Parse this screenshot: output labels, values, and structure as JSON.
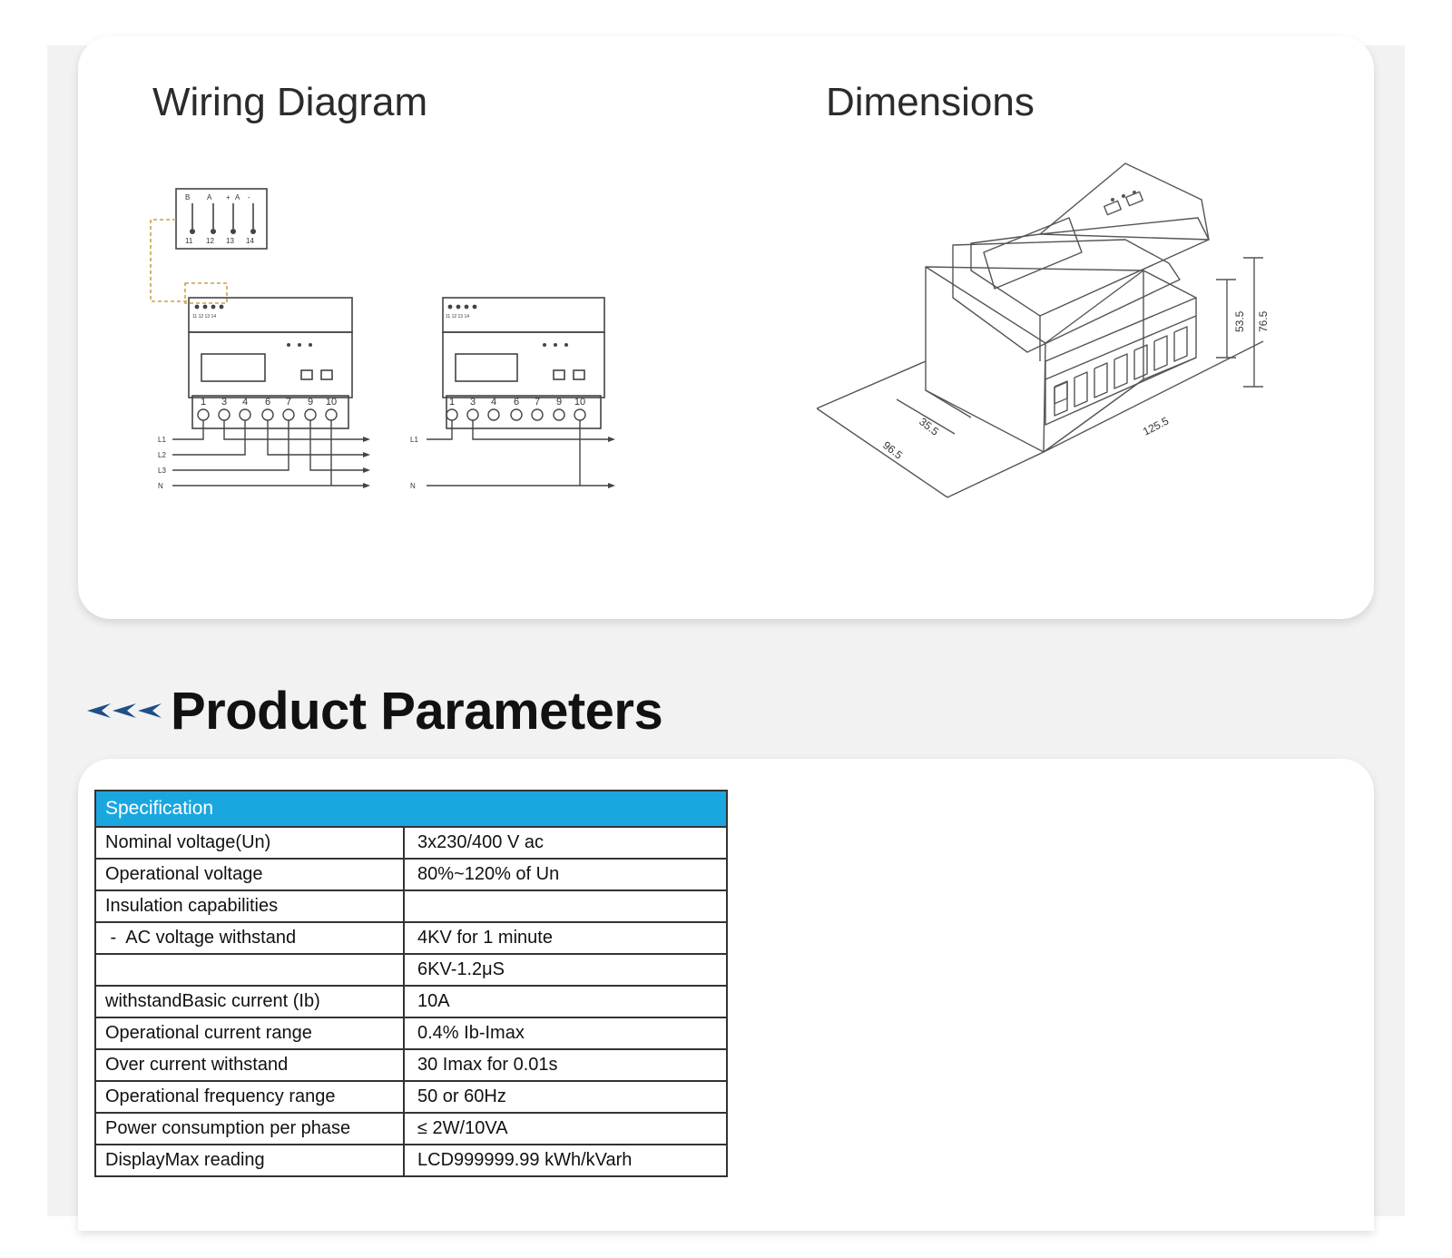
{
  "top": {
    "wiring_title": "Wiring Diagram",
    "dimensions_title": "Dimensions"
  },
  "wiring": {
    "module_labels": [
      "B",
      "A",
      "+",
      "A",
      "-"
    ],
    "module_terminals": [
      "11",
      "12",
      "13",
      "14"
    ],
    "meter_top_terminals": "11 12 13 14",
    "terminals": [
      "1",
      "3",
      "4",
      "6",
      "7",
      "9",
      "10"
    ],
    "lines_three_phase": [
      "L1",
      "L2",
      "L3",
      "N"
    ],
    "lines_single_phase": [
      "L1",
      "N"
    ]
  },
  "dimensions": {
    "height_inner": "53.5",
    "height_outer": "76.5",
    "depth_short": "35.5",
    "depth_long": "96.5",
    "width": "125.5"
  },
  "params": {
    "title": "Product Parameters"
  },
  "spec": {
    "header": "Specification",
    "rows": [
      {
        "label": "Nominal voltage(Un)",
        "value": "3x230/400 V ac"
      },
      {
        "label": "Operational voltage",
        "value": "80%~120% of Un"
      },
      {
        "label": "Insulation capabilities",
        "value": ""
      },
      {
        "label": " -  AC voltage withstand",
        "value": "4KV for 1 minute"
      },
      {
        "label": "",
        "value": "6KV-1.2μS"
      },
      {
        "label": "withstandBasic current (Ib)",
        "value": "10A"
      },
      {
        "label": "Operational current range",
        "value": "0.4% Ib-Imax"
      },
      {
        "label": "Over current withstand",
        "value": "30 Imax for 0.01s"
      },
      {
        "label": "Operational frequency range",
        "value": "50 or 60Hz"
      },
      {
        "label": "Power consumption per phase",
        "value": "≤ 2W/10VA"
      },
      {
        "label": "DisplayMax reading",
        "value": "LCD999999.99 kWh/kVarh"
      }
    ]
  }
}
